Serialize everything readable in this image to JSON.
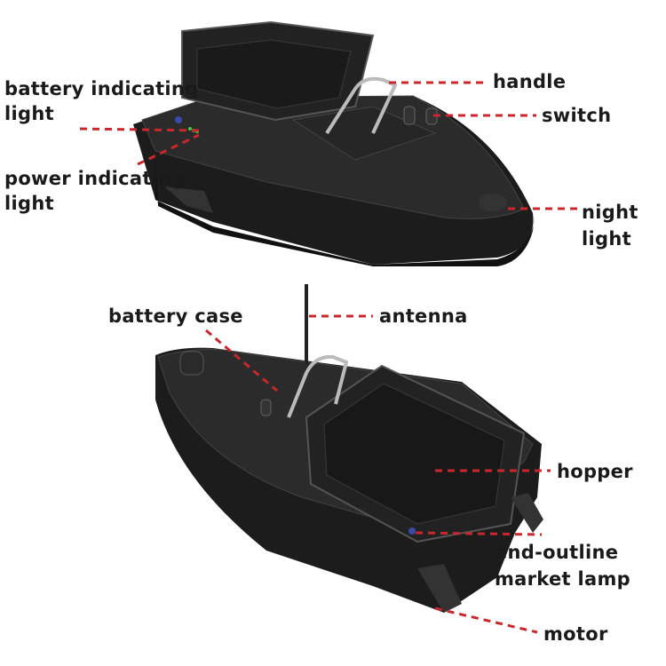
{
  "labels": {
    "battery_indicating_light": [
      "battery indicating",
      "light"
    ],
    "power_indicating_light": [
      "power indicating",
      "light"
    ],
    "handle": "handle",
    "switch": "switch",
    "night_light": [
      "night",
      "light"
    ],
    "battery_case": "battery case",
    "antenna": "antenna",
    "hopper": "hopper",
    "end_outline_market_lamp": [
      "end-outline",
      "market lamp"
    ],
    "motor": "motor"
  },
  "colors": {
    "leader_line": "#c8282d",
    "hull": "#1c1c1c",
    "deck": "#2b2b2b",
    "indicator_led": "#3ecf3e",
    "lamp_blue": "#3a4aa8"
  }
}
